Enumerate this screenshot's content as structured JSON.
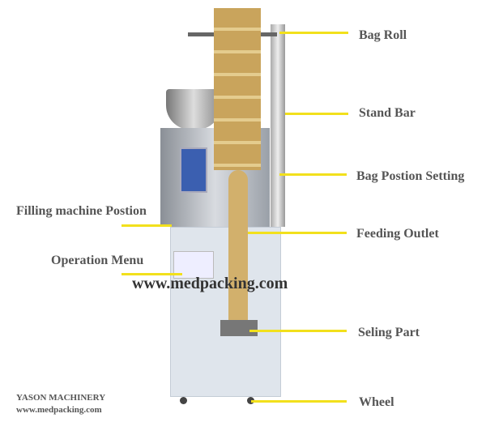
{
  "labels": {
    "bag_roll": "Bag Roll",
    "stand_bar": "Stand Bar",
    "bag_position_setting": "Bag Postion Setting",
    "feeding_outlet": "Feeding Outlet",
    "sealing_part": "Seling Part",
    "wheel": "Wheel",
    "filling_machine_position": "Filling machine Postion",
    "operation_menu": "Operation Menu"
  },
  "watermark": "www.medpacking.com",
  "brand": {
    "name": "YASON MACHINERY",
    "url": "www.medpacking.com"
  },
  "colors": {
    "leader_line": "#f2e01c",
    "label_text": "#555555",
    "film": "#c9a45c"
  }
}
